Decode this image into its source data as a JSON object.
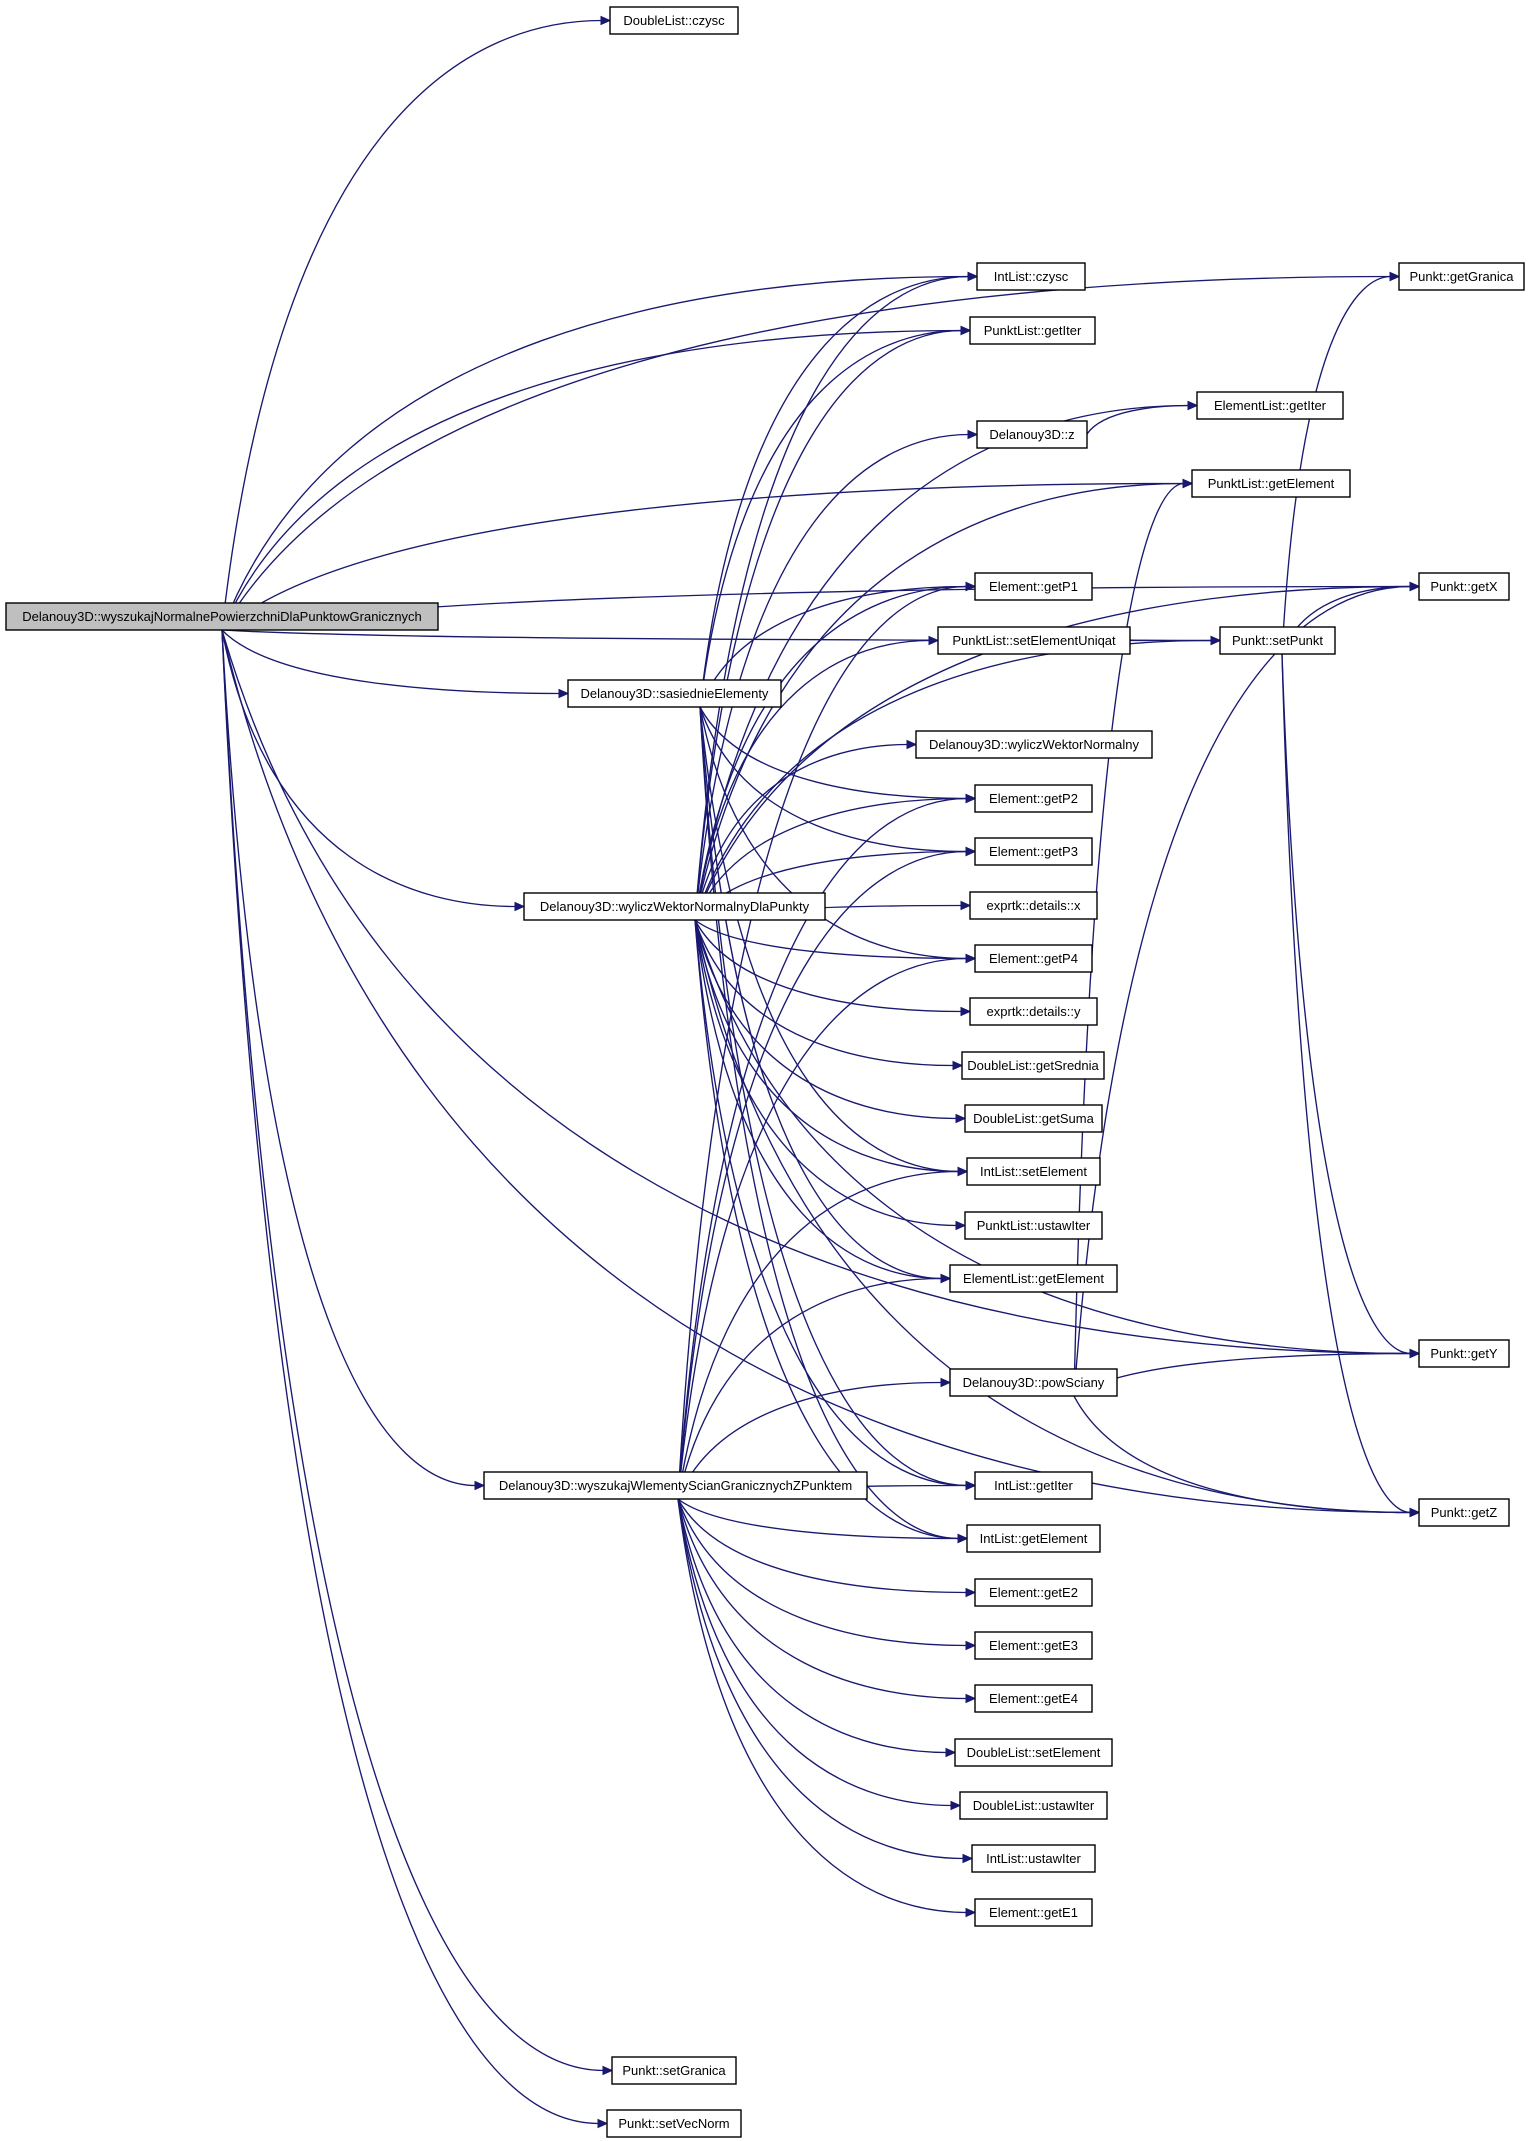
{
  "diagram": {
    "type": "call-graph",
    "edge_color": "#191970",
    "root_fill": "#bfbfbf",
    "nodes": [
      {
        "id": "root",
        "label": "Delanouy3D::wyszukajNormalnePowierzchniDlaPunktowGranicznych",
        "root": true
      },
      {
        "id": "sasiednie",
        "label": "Delanouy3D::sasiednieElementy"
      },
      {
        "id": "wylicz",
        "label": "Delanouy3D::wyliczWektorNormalnyDlaPunkty"
      },
      {
        "id": "wyszukajW",
        "label": "Delanouy3D::wyszukajWlementyScianGranicznychZPunktem"
      },
      {
        "id": "dl_czysc",
        "label": "DoubleList::czysc"
      },
      {
        "id": "il_czysc",
        "label": "IntList::czysc"
      },
      {
        "id": "pl_getIter",
        "label": "PunktList::getIter"
      },
      {
        "id": "d3_z",
        "label": "Delanouy3D::z"
      },
      {
        "id": "el_getP1",
        "label": "Element::getP1"
      },
      {
        "id": "pl_setEU",
        "label": "PunktList::setElementUniqat"
      },
      {
        "id": "d3_wwn",
        "label": "Delanouy3D::wyliczWektorNormalny"
      },
      {
        "id": "el_getP2",
        "label": "Element::getP2"
      },
      {
        "id": "el_getP3",
        "label": "Element::getP3"
      },
      {
        "id": "ex_x",
        "label": "exprtk::details::x"
      },
      {
        "id": "el_getP4",
        "label": "Element::getP4"
      },
      {
        "id": "ex_y",
        "label": "exprtk::details::y"
      },
      {
        "id": "dl_getSrednia",
        "label": "DoubleList::getSrednia"
      },
      {
        "id": "dl_getSuma",
        "label": "DoubleList::getSuma"
      },
      {
        "id": "il_setElement",
        "label": "IntList::setElement"
      },
      {
        "id": "pl_ustawIter",
        "label": "PunktList::ustawIter"
      },
      {
        "id": "elist_getElement",
        "label": "ElementList::getElement"
      },
      {
        "id": "d3_powSciany",
        "label": "Delanouy3D::powSciany"
      },
      {
        "id": "il_getIter",
        "label": "IntList::getIter"
      },
      {
        "id": "il_getElement",
        "label": "IntList::getElement"
      },
      {
        "id": "el_getE2",
        "label": "Element::getE2"
      },
      {
        "id": "el_getE3",
        "label": "Element::getE3"
      },
      {
        "id": "el_getE4",
        "label": "Element::getE4"
      },
      {
        "id": "dl_setElement",
        "label": "DoubleList::setElement"
      },
      {
        "id": "dl_ustawIter",
        "label": "DoubleList::ustawIter"
      },
      {
        "id": "il_ustawIter",
        "label": "IntList::ustawIter"
      },
      {
        "id": "el_getE1",
        "label": "Element::getE1"
      },
      {
        "id": "p_setGranica",
        "label": "Punkt::setGranica"
      },
      {
        "id": "p_setVecNorm",
        "label": "Punkt::setVecNorm"
      },
      {
        "id": "elist_getIter",
        "label": "ElementList::getIter"
      },
      {
        "id": "pl_getElement",
        "label": "PunktList::getElement"
      },
      {
        "id": "p_setPunkt",
        "label": "Punkt::setPunkt"
      },
      {
        "id": "p_getGranica",
        "label": "Punkt::getGranica"
      },
      {
        "id": "p_getX",
        "label": "Punkt::getX"
      },
      {
        "id": "p_getY",
        "label": "Punkt::getY"
      },
      {
        "id": "p_getZ",
        "label": "Punkt::getZ"
      }
    ],
    "edges": [
      [
        "root",
        "dl_czysc"
      ],
      [
        "root",
        "p_getGranica"
      ],
      [
        "root",
        "p_getX"
      ],
      [
        "root",
        "pl_getElement"
      ],
      [
        "root",
        "p_setPunkt"
      ],
      [
        "root",
        "il_czysc"
      ],
      [
        "root",
        "pl_getIter"
      ],
      [
        "root",
        "sasiednie"
      ],
      [
        "root",
        "wylicz"
      ],
      [
        "root",
        "wyszukajW"
      ],
      [
        "root",
        "p_getY"
      ],
      [
        "root",
        "p_getZ"
      ],
      [
        "root",
        "p_setGranica"
      ],
      [
        "root",
        "p_setVecNorm"
      ],
      [
        "sasiednie",
        "il_czysc"
      ],
      [
        "sasiednie",
        "pl_getIter"
      ],
      [
        "sasiednie",
        "el_getP1"
      ],
      [
        "sasiednie",
        "el_getP2"
      ],
      [
        "sasiednie",
        "el_getP3"
      ],
      [
        "sasiednie",
        "el_getP4"
      ],
      [
        "sasiednie",
        "il_setElement"
      ],
      [
        "sasiednie",
        "elist_getElement"
      ],
      [
        "sasiednie",
        "il_getIter"
      ],
      [
        "sasiednie",
        "il_getElement"
      ],
      [
        "wylicz",
        "il_czysc"
      ],
      [
        "wylicz",
        "pl_getIter"
      ],
      [
        "wylicz",
        "elist_getIter"
      ],
      [
        "wylicz",
        "d3_z"
      ],
      [
        "wylicz",
        "pl_getElement"
      ],
      [
        "wylicz",
        "p_getX"
      ],
      [
        "wylicz",
        "el_getP1"
      ],
      [
        "wylicz",
        "pl_setEU"
      ],
      [
        "wylicz",
        "p_setPunkt"
      ],
      [
        "wylicz",
        "d3_wwn"
      ],
      [
        "wylicz",
        "el_getP2"
      ],
      [
        "wylicz",
        "el_getP3"
      ],
      [
        "wylicz",
        "ex_x"
      ],
      [
        "wylicz",
        "el_getP4"
      ],
      [
        "wylicz",
        "ex_y"
      ],
      [
        "wylicz",
        "dl_getSrednia"
      ],
      [
        "wylicz",
        "dl_getSuma"
      ],
      [
        "wylicz",
        "il_setElement"
      ],
      [
        "wylicz",
        "pl_ustawIter"
      ],
      [
        "wylicz",
        "elist_getElement"
      ],
      [
        "wylicz",
        "p_getY"
      ],
      [
        "wylicz",
        "p_getZ"
      ],
      [
        "wylicz",
        "il_getIter"
      ],
      [
        "wylicz",
        "il_getElement"
      ],
      [
        "wyszukajW",
        "el_getP1"
      ],
      [
        "wyszukajW",
        "el_getP2"
      ],
      [
        "wyszukajW",
        "el_getP3"
      ],
      [
        "wyszukajW",
        "el_getP4"
      ],
      [
        "wyszukajW",
        "il_setElement"
      ],
      [
        "wyszukajW",
        "elist_getElement"
      ],
      [
        "wyszukajW",
        "d3_powSciany"
      ],
      [
        "wyszukajW",
        "il_getIter"
      ],
      [
        "wyszukajW",
        "il_getElement"
      ],
      [
        "wyszukajW",
        "el_getE2"
      ],
      [
        "wyszukajW",
        "el_getE3"
      ],
      [
        "wyszukajW",
        "el_getE4"
      ],
      [
        "wyszukajW",
        "dl_setElement"
      ],
      [
        "wyszukajW",
        "dl_ustawIter"
      ],
      [
        "wyszukajW",
        "il_ustawIter"
      ],
      [
        "wyszukajW",
        "el_getE1"
      ],
      [
        "d3_z",
        "elist_getIter"
      ],
      [
        "pl_setEU",
        "p_setPunkt"
      ],
      [
        "p_setPunkt",
        "p_getGranica"
      ],
      [
        "p_setPunkt",
        "p_getX"
      ],
      [
        "p_setPunkt",
        "p_getY"
      ],
      [
        "p_setPunkt",
        "p_getZ"
      ],
      [
        "d3_powSciany",
        "pl_getElement"
      ],
      [
        "d3_powSciany",
        "p_getX"
      ],
      [
        "d3_powSciany",
        "p_getY"
      ],
      [
        "d3_powSciany",
        "p_getZ"
      ]
    ]
  }
}
